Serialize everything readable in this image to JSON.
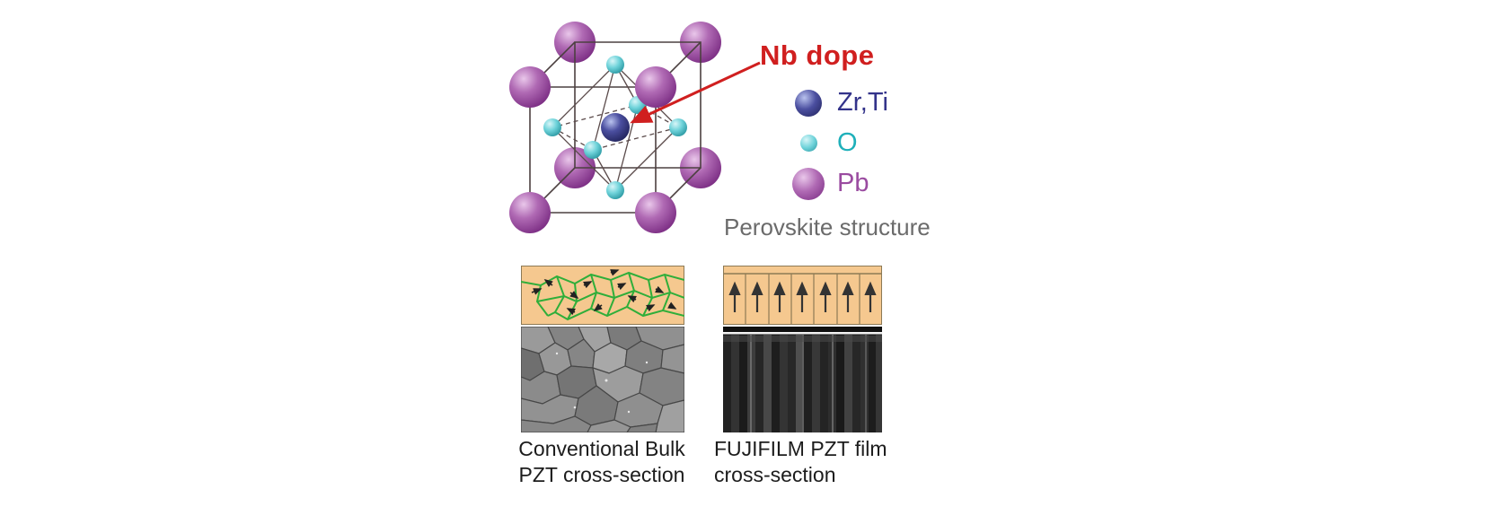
{
  "diagram": {
    "nb_dope_label": "Nb dope",
    "structure_caption": "Perovskite structure",
    "legend": {
      "items": [
        {
          "id": "zr-ti",
          "label": "Zr,Ti",
          "color": "#33338a"
        },
        {
          "id": "o",
          "label": "O",
          "color": "#1fb0ba"
        },
        {
          "id": "pb",
          "label": "Pb",
          "color": "#9a4ba0"
        }
      ]
    }
  },
  "comparison": {
    "left": {
      "caption_line1": "Conventional Bulk",
      "caption_line2": "PZT cross-section"
    },
    "right": {
      "caption_line1": "FUJIFILM PZT film",
      "caption_line2": "cross-section"
    }
  },
  "colors": {
    "nb_dope_red": "#d01f1f",
    "pb_purple": "#9a4ba0",
    "o_cyan": "#45c8d0",
    "zr_ti_navy": "#33338a",
    "schematic_tan": "#f5c88f",
    "grain_green": "#2fae3a",
    "structure_caption_gray": "#6b6b6b",
    "caption_dark": "#1c1c1c"
  }
}
